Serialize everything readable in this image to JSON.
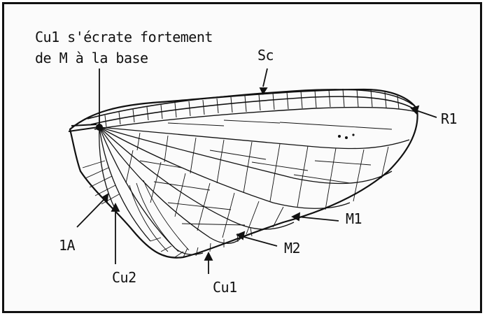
{
  "annotation": {
    "line1": "Cu1 s'écrate fortement",
    "line2": "de M à la base"
  },
  "labels": {
    "sc": "Sc",
    "r1": "R1",
    "m1": "M1",
    "m2": "M2",
    "cu1": "Cu1",
    "cu2": "Cu2",
    "a1": "1A"
  },
  "colors": {
    "ink": "#111111",
    "background": "#fbfbfb",
    "frame": "#111111"
  }
}
